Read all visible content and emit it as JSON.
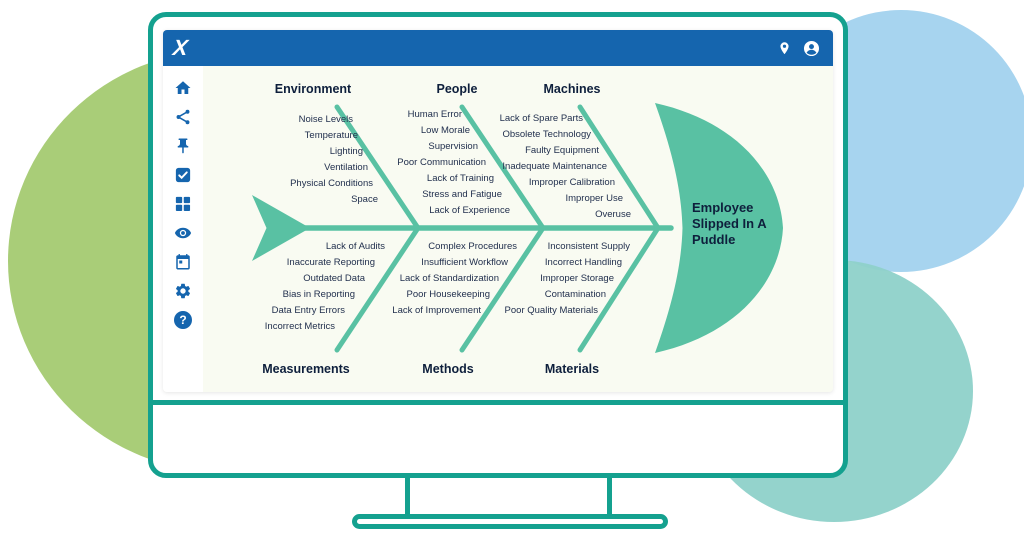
{
  "header": {
    "logo_text": "X",
    "icons": [
      "location-icon",
      "profile-icon"
    ]
  },
  "sidebar": {
    "icons": [
      "home-icon",
      "share-icon",
      "pin-icon",
      "tasks-icon",
      "dashboard-icon",
      "visibility-icon",
      "calendar-icon",
      "settings-icon",
      "help-icon"
    ],
    "help_glyph": "?"
  },
  "fishbone": {
    "effect": "Employee Slipped In A Puddle",
    "top_categories": [
      {
        "label": "Environment",
        "items": [
          "Noise Levels",
          "Temperature",
          "Lighting",
          "Ventilation",
          "Physical Conditions",
          "Space"
        ]
      },
      {
        "label": "People",
        "items": [
          "Human Error",
          "Low Morale",
          "Supervision",
          "Poor Communication",
          "Lack of Training",
          "Stress and Fatigue",
          "Lack of Experience"
        ]
      },
      {
        "label": "Machines",
        "items": [
          "Lack of Spare Parts",
          "Obsolete Technology",
          "Faulty Equipment",
          "Inadequate Maintenance",
          "Improper Calibration",
          "Improper Use",
          "Overuse"
        ]
      }
    ],
    "bottom_categories": [
      {
        "label": "Measurements",
        "items": [
          "Lack of Audits",
          "Inaccurate Reporting",
          "Outdated Data",
          "Bias in Reporting",
          "Data Entry Errors",
          "Incorrect Metrics"
        ]
      },
      {
        "label": "Methods",
        "items": [
          "Complex Procedures",
          "Insufficient Workflow",
          "Lack of Standardization",
          "Poor Housekeeping",
          "Lack of Improvement"
        ]
      },
      {
        "label": "Materials",
        "items": [
          "Inconsistent Supply",
          "Incorrect Handling",
          "Improper Storage",
          "Contamination",
          "Poor Quality Materials"
        ]
      }
    ]
  },
  "colors": {
    "teal_accent": "#59c1a3",
    "monitor_border": "#14a18f",
    "header_blue": "#1565ae",
    "icon_blue": "#1565ae",
    "circle_green": "#a9cd78",
    "circle_blue": "#a7d4ef",
    "circle_teal": "#8ed1c9",
    "text_dark": "#0e1f3c"
  }
}
